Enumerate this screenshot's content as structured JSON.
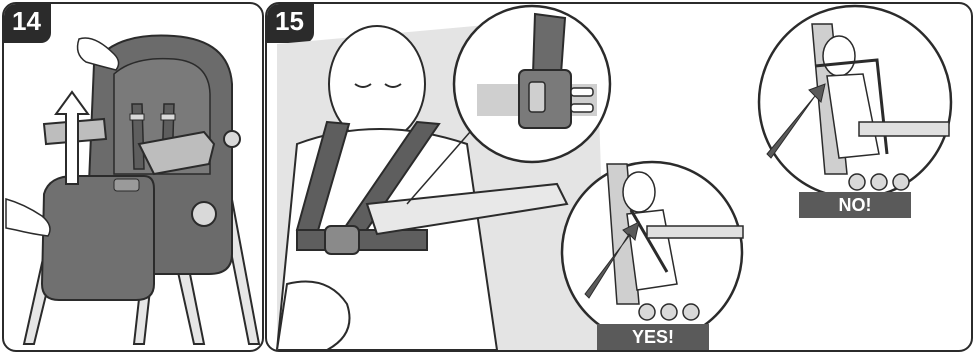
{
  "steps": [
    {
      "number": "14"
    },
    {
      "number": "15"
    }
  ],
  "insets": {
    "no_label": "NO!",
    "yes_label": "YES!"
  },
  "colors": {
    "outline": "#2b2b2b",
    "seat_dark": "#6b6b6b",
    "frame_light": "#d9d9d9",
    "strap": "#5e5e5e",
    "label_bg": "#5a5a5a"
  }
}
